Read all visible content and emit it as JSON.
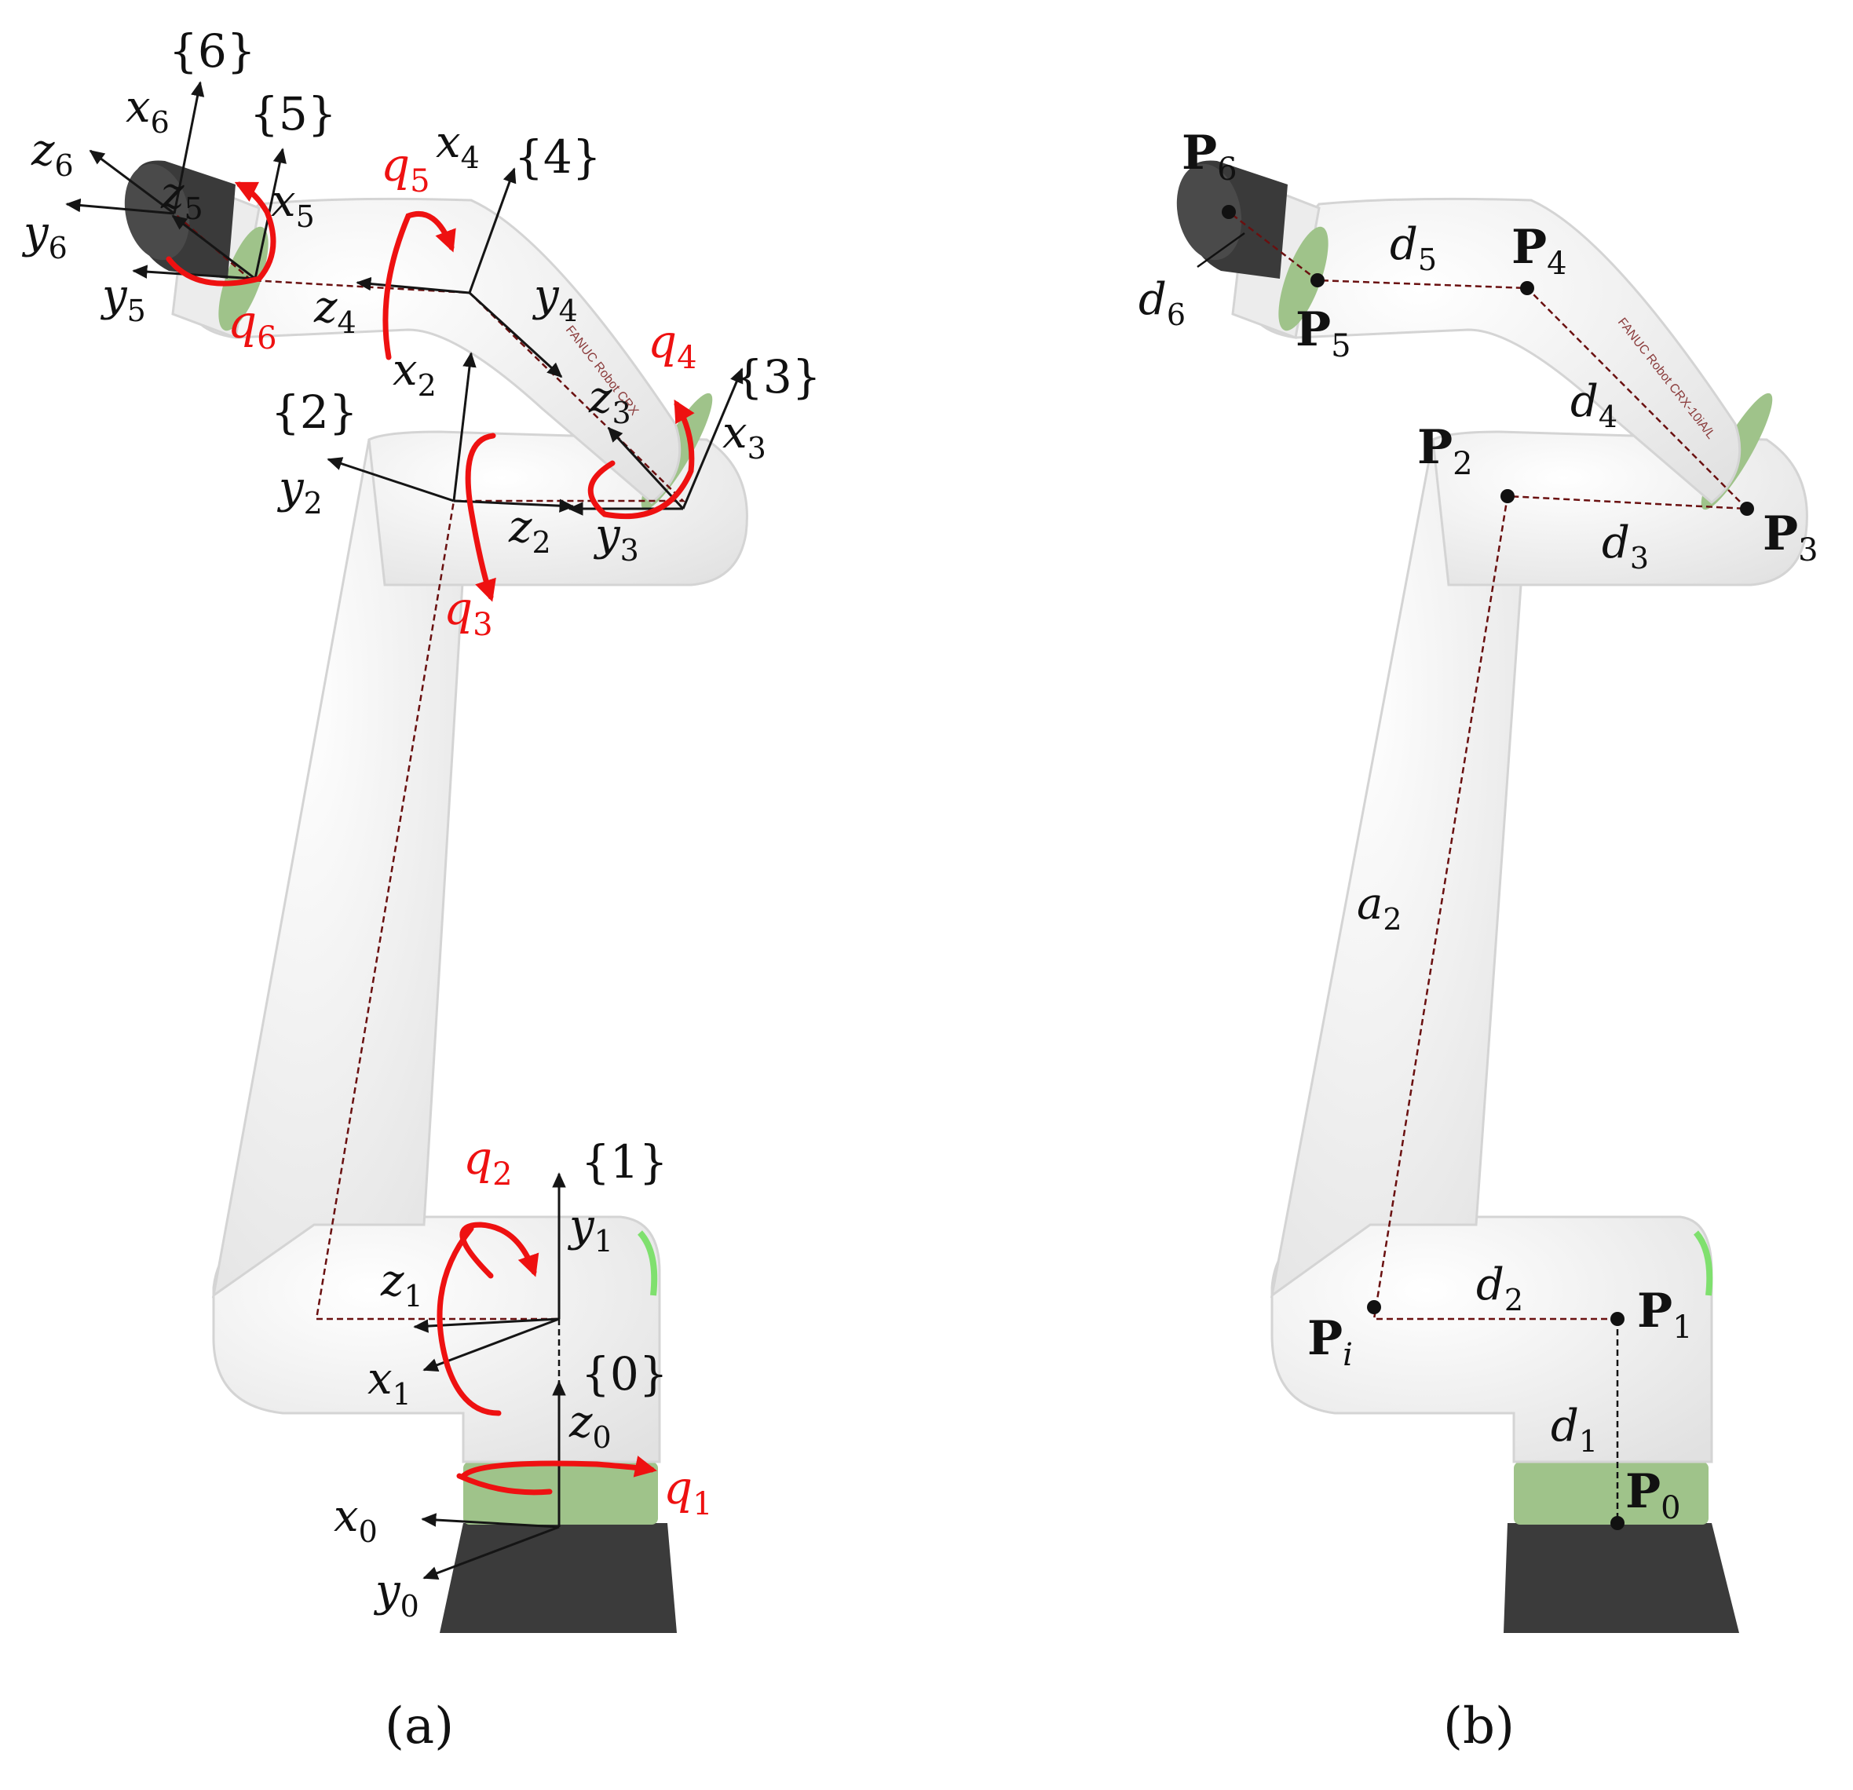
{
  "panels": {
    "a": {
      "caption": "(a)"
    },
    "b": {
      "caption": "(b)"
    }
  },
  "frames": [
    "{0}",
    "{1}",
    "{2}",
    "{3}",
    "{4}",
    "{5}",
    "{6}"
  ],
  "axes": {
    "x": [
      "x",
      "0",
      "1",
      "2",
      "3",
      "4",
      "5",
      "6"
    ],
    "y": [
      "y",
      "0",
      "1",
      "2",
      "3",
      "4",
      "5",
      "6"
    ],
    "z": [
      "z",
      "0",
      "1",
      "2",
      "3",
      "4",
      "5",
      "6"
    ]
  },
  "joints": [
    "q",
    "1",
    "2",
    "3",
    "4",
    "5",
    "6"
  ],
  "points": {
    "base": "P",
    "subs": [
      "0",
      "1",
      "2",
      "3",
      "4",
      "5",
      "6",
      "i"
    ]
  },
  "dimensions": {
    "d": "d",
    "a": "a",
    "subs": [
      "1",
      "2",
      "3",
      "4",
      "5",
      "6"
    ]
  },
  "robot_label": "FANUC Robot CRX-10iA/L",
  "colors": {
    "robot_body": "#f3f3f3",
    "robot_accent": "#9fc38a",
    "robot_base": "#3b3b3b",
    "rotation": "#ee1111",
    "axis": "#151515"
  }
}
